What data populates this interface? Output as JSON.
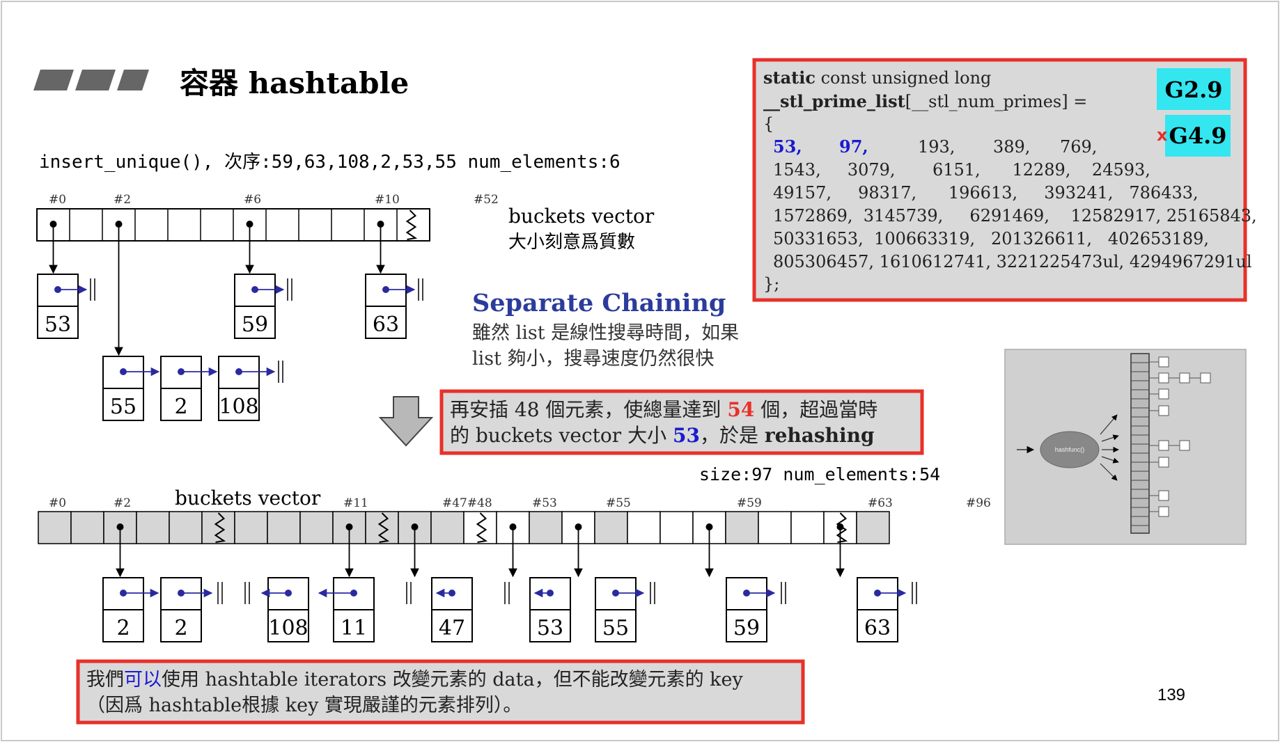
{
  "title": "容器 hashtable",
  "subtitle_line": "insert_unique(), 次序:59,63,108,2,53,55 num_elements:6",
  "top_vector": {
    "index_labels": [
      "#0",
      "#2",
      "#6",
      "#10",
      "#52"
    ],
    "caption_line1": "buckets  vector",
    "caption_line2": "大小刻意爲質數",
    "chains": [
      {
        "bucket": "#0",
        "nodes": [
          "53"
        ]
      },
      {
        "bucket": "#2",
        "nodes": [
          "55",
          "2",
          "108"
        ]
      },
      {
        "bucket": "#6",
        "nodes": [
          "59"
        ]
      },
      {
        "bucket": "#10",
        "nodes": [
          "63"
        ]
      }
    ]
  },
  "separate_chaining": {
    "heading": "Separate Chaining",
    "line1": "雖然 list 是線性搜尋時間，如果",
    "line2": "list 夠小，搜尋速度仍然很快"
  },
  "rehash_note": {
    "line1_prefix": "再安插 48 個元素，使總量達到 ",
    "line1_num": "54",
    "line1_suffix": " 個，超過當時",
    "line2_prefix": "的 buckets vector 大小 ",
    "line2_num": "53",
    "line2_mid": "，於是 ",
    "line2_bold": "rehashing"
  },
  "bottom_vector": {
    "size_label": "size:97   num_elements:54",
    "caption": "buckets  vector",
    "index_labels": [
      "#0",
      "#2",
      "#11",
      "#47#48",
      "#53",
      "#55",
      "#59",
      "#63",
      "#96"
    ],
    "node_values": [
      "2",
      "2",
      "108",
      "11",
      "47",
      "53",
      "55",
      "59",
      "63"
    ]
  },
  "prime_list": {
    "line1_bold": "static",
    "line1_rest": " const unsigned long",
    "line2_bold": "__stl_prime_list",
    "line2_rest": "[__stl_num_primes] =",
    "line3": "{",
    "row1_blue": [
      "53,",
      "97,"
    ],
    "row1_rest": [
      "193,",
      "389,",
      "769,"
    ],
    "row2": "1543,     3079,       6151,      12289,    24593,",
    "row3": "49157,     98317,      196613,     393241,   786433,",
    "row4": "1572869,  3145739,     6291469,    12582917, 25165843,",
    "row5": "50331653,  100663319,   201326611,   402653189,",
    "row6": "805306457, 1610612741, 3221225473ul, 4294967291ul",
    "line_end": "};",
    "badge_g29": "G2.9",
    "badge_g49": "G4.9",
    "badge_x": "x"
  },
  "hashfunc_label": "hashfunc()",
  "bottom_note": {
    "line1_a": "我們",
    "line1_b": "可以",
    "line1_c": "使用 hashtable iterators 改變元素的 data，但不能改變元素的 key",
    "line2": "（因爲 hashtable根據 key 實現嚴謹的元素排列）。"
  },
  "page_number": "139",
  "colors": {
    "accent_red": "#e8302a",
    "blue": "#1a1ad0",
    "cyan": "#33e6f0",
    "gray_panel": "#d9d9d9"
  }
}
